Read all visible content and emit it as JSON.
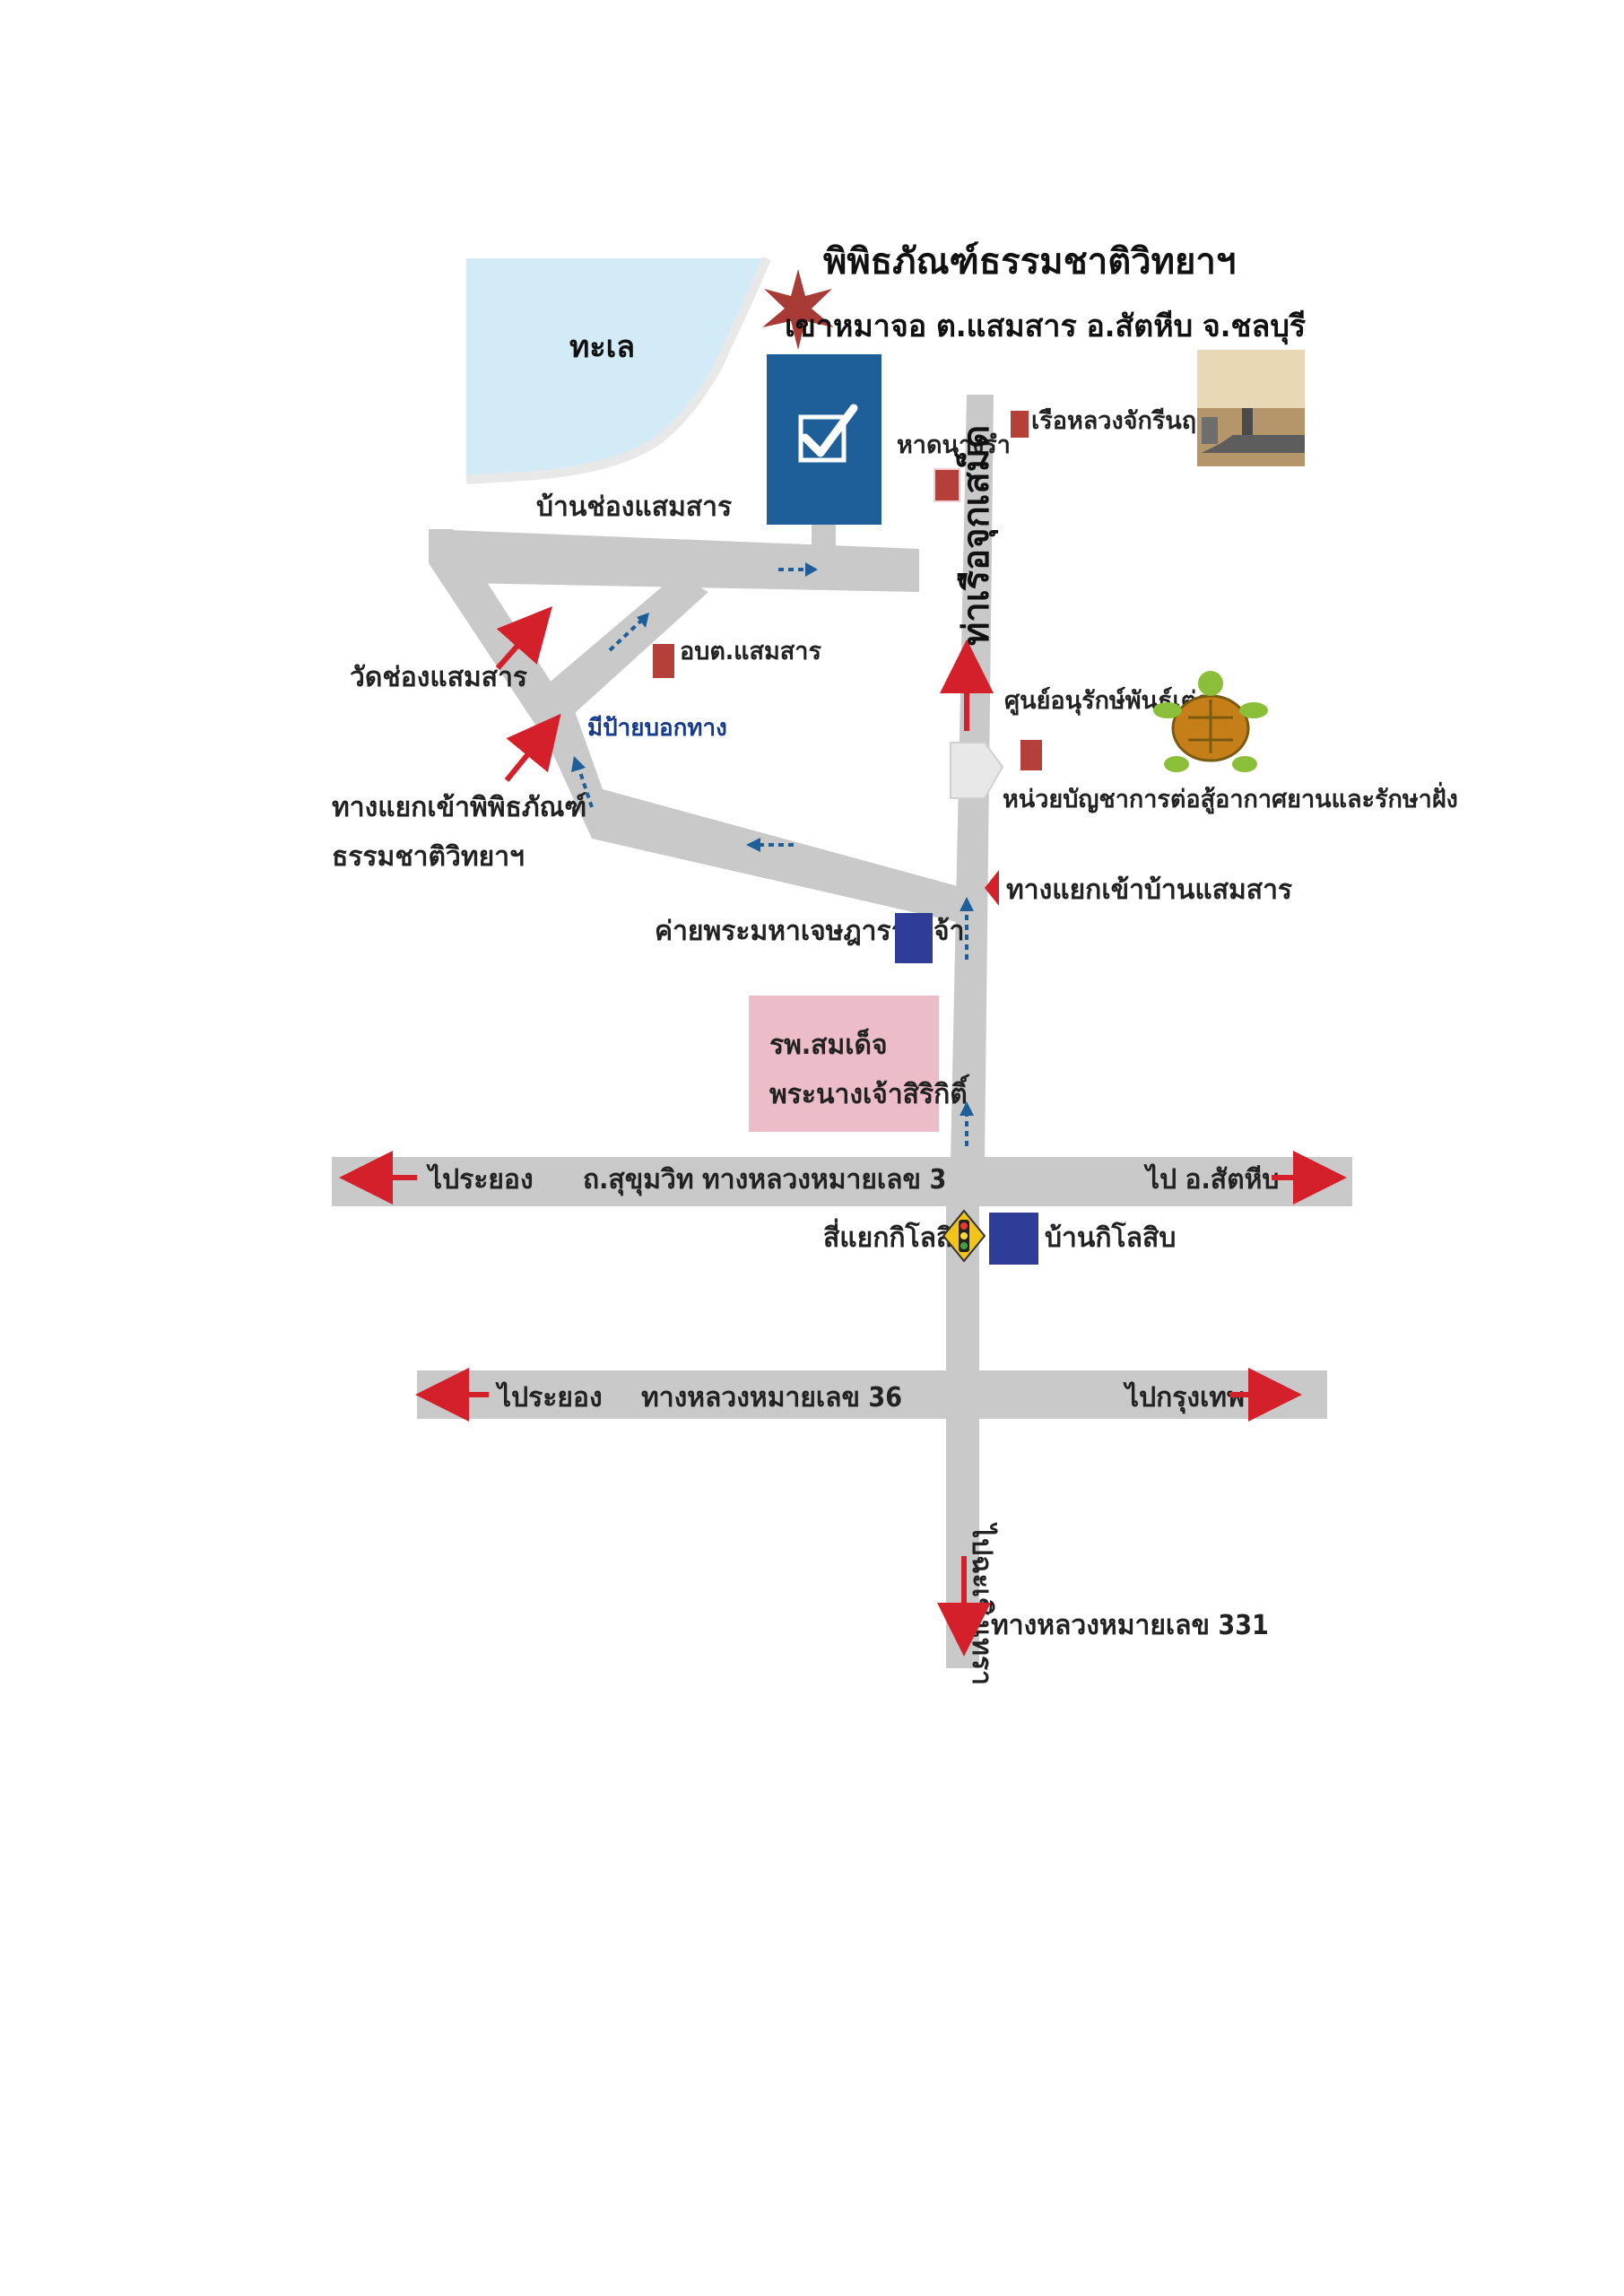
{
  "map": {
    "title": "พิพิธภัณฑ์ธรรมชาติวิทยาฯ",
    "address": "เขาหมาจอ ต.แสมสาร อ.สัตหีบ จ.ชลบุรี",
    "sea": "ทะเล",
    "village_road": "บ้านช่องแสมสาร",
    "beach": "หาดนางรำ",
    "coast_road": "ท่าเรือจุกเสม็ด",
    "ship": "เรือหลวงจักรีนฤเบศร",
    "obt": "อบต.แสมสาร",
    "temple": "วัดช่องแสมสาร",
    "sign": "มีป้ายบอกทาง",
    "museum_junction_line1": "ทางแยกเข้าพิพิธภัณฑ์",
    "museum_junction_line2": "ธรรมชาติวิทยาฯ",
    "turtle_center": "ศูนย์อนุรักษ์พันธุ์เต่า",
    "air_defense": "หน่วยบัญชาการต่อสู้อากาศยานและรักษาฝั่ง",
    "village_junction": "ทางแยกเข้าบ้านแสมสาร",
    "camp": "ค่ายพระมหาเจษฎาราชเจ้า",
    "hospital_line1": "รพ.สมเด็จ",
    "hospital_line2": "พระนางเจ้าสิริกิติ์",
    "to_rayong_1": "ไประยอง",
    "sukhumvit": "ถ.สุขุมวิท  ทางหลวงหมายเลข 3",
    "to_sattahip": "ไป อ.สัตหีบ",
    "intersection": "สี่แยกกิโลสิบ",
    "ban_kilo": "บ้านกิโลสิบ",
    "to_rayong_2": "ไประยอง",
    "highway36": "ทางหลวงหมายเลข 36",
    "to_bangkok": "ไปกรุงเทพ",
    "to_chachoengsao": "ไปฉะเชิงเทรา",
    "highway331": "ทางหลวงหมายเลข 331"
  },
  "colors": {
    "road": "#c9c9c9",
    "sea": "#d3ebf7",
    "museum_box": "#1f5f99",
    "poi_marker": "#b5403a",
    "navy_square": "#2f3c98",
    "hospital": "#ecbdc9",
    "red_arrow": "#d3202a",
    "blue_arrow": "#1f5f99",
    "star": "#a83b35"
  },
  "icons": {
    "museum": "checkmark-icon",
    "museum_star": "star-icon",
    "ship": "aircraft-carrier-photo",
    "turtle": "turtle-icon",
    "traffic_light": "traffic-light-icon"
  }
}
